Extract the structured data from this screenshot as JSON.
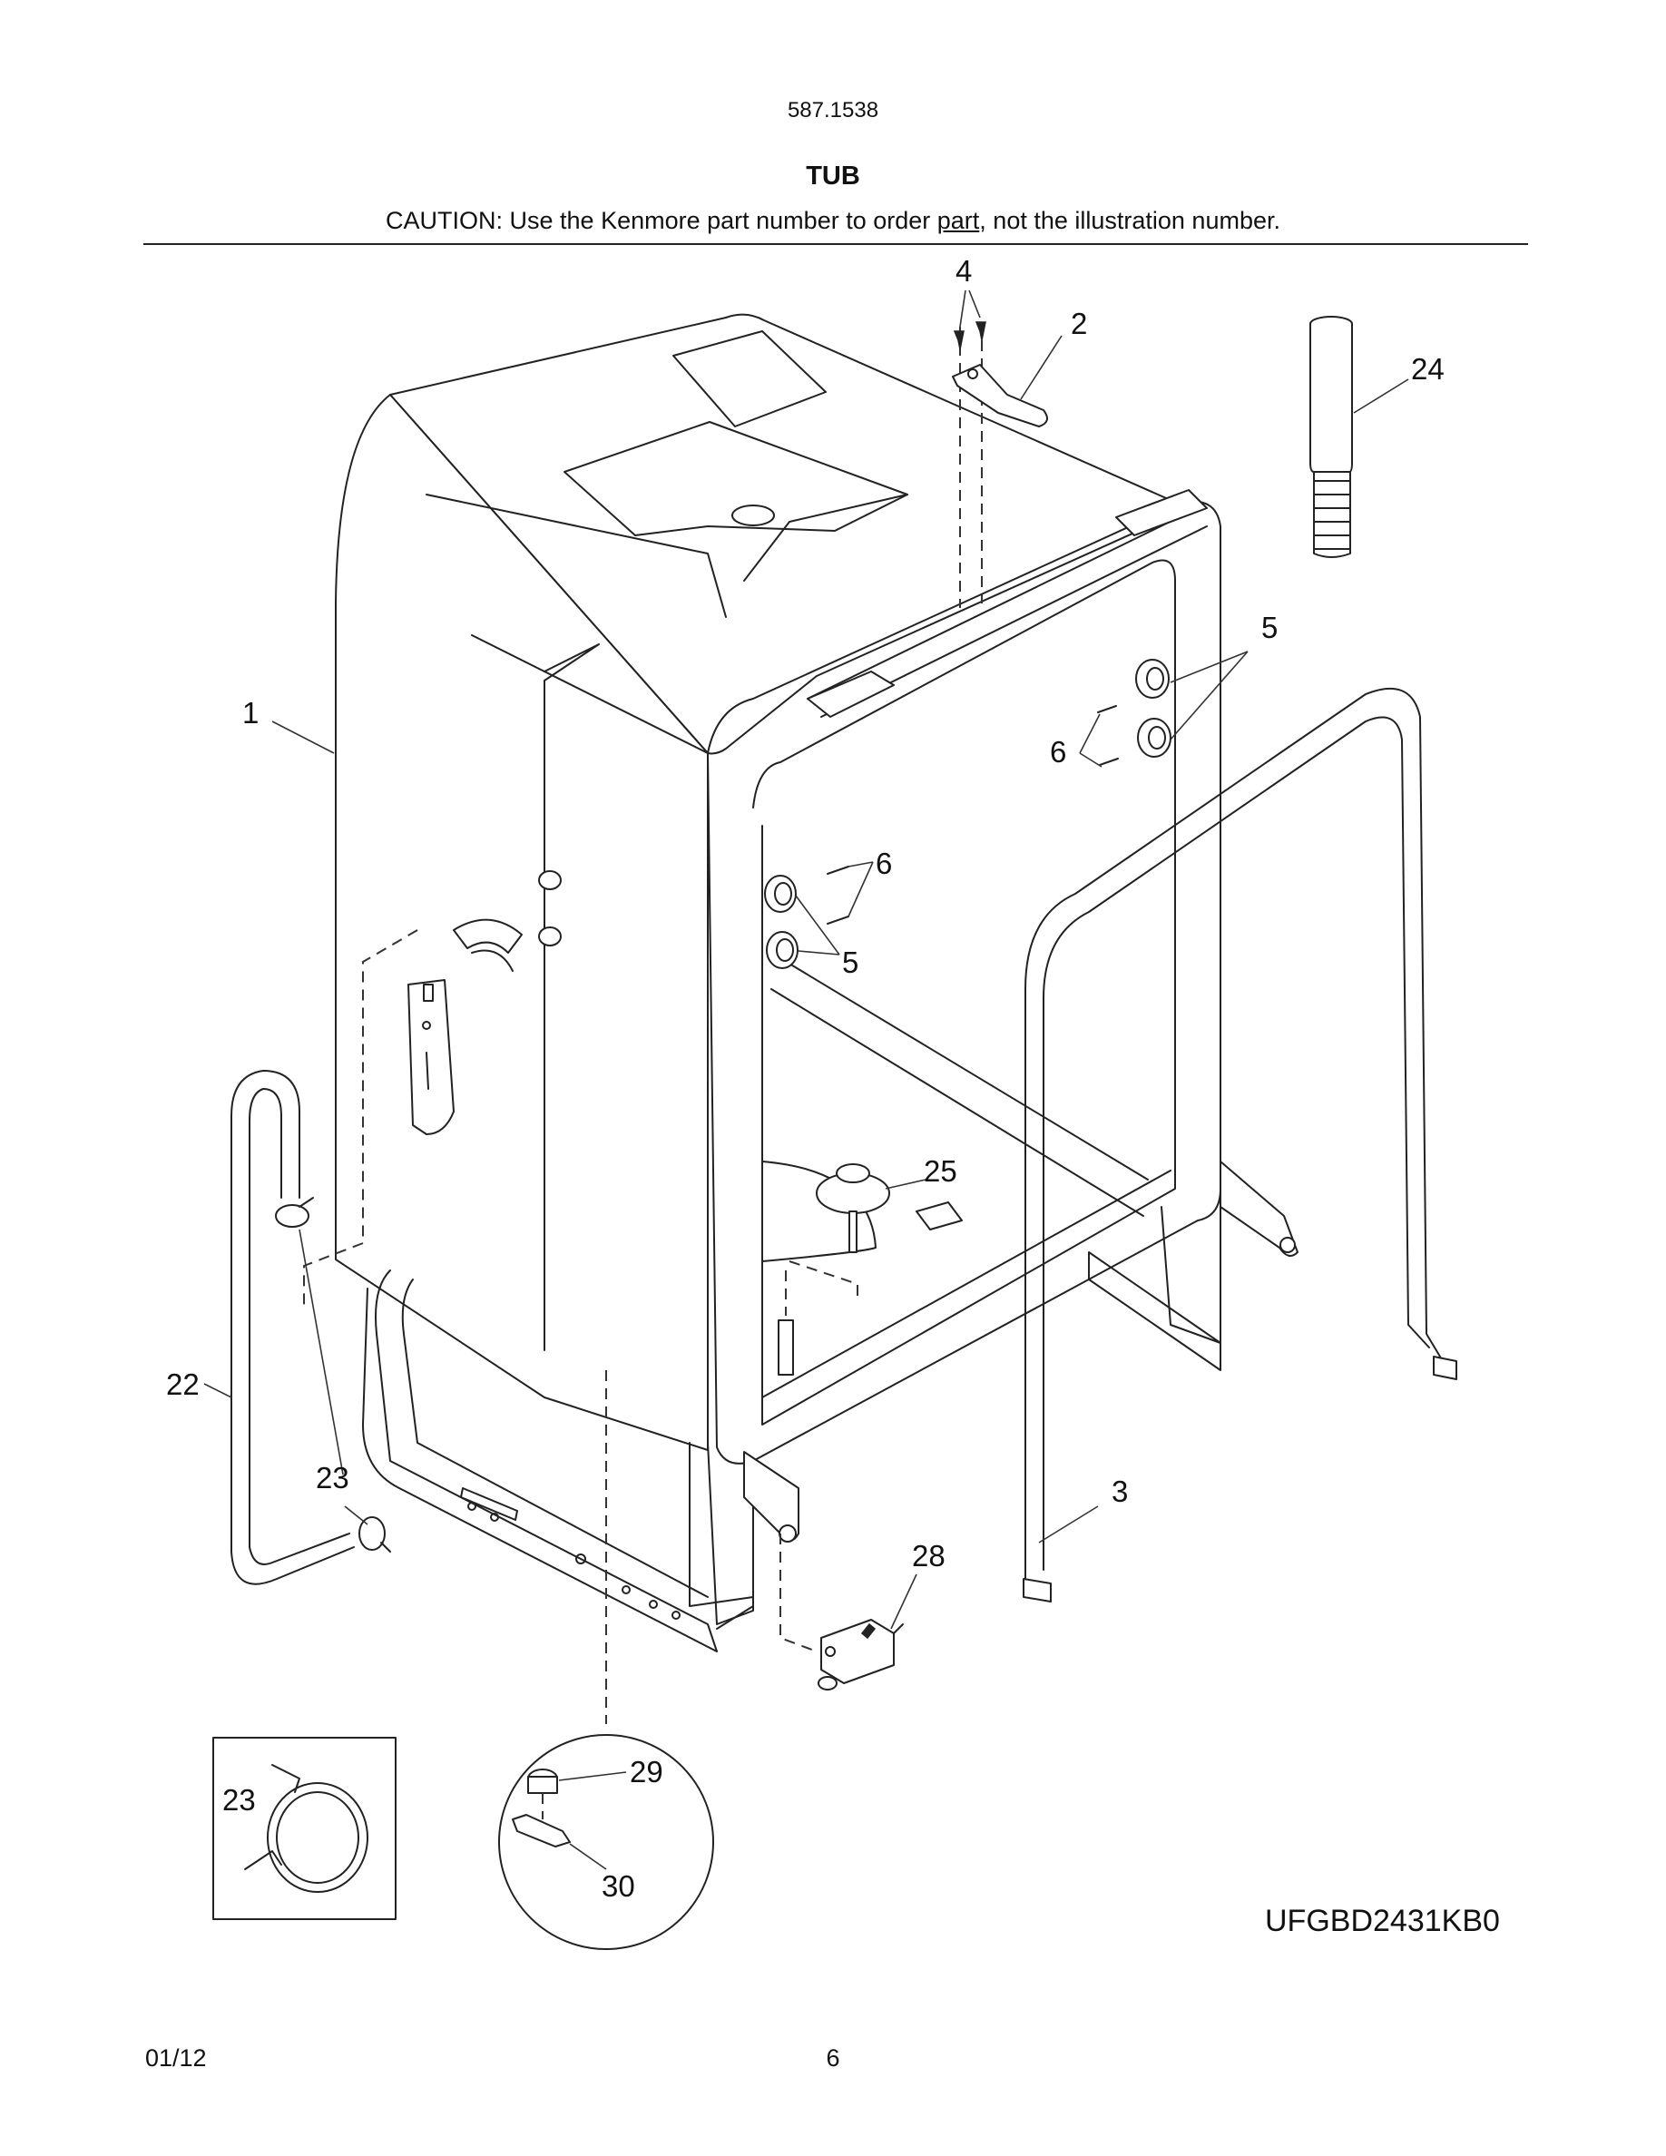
{
  "header": {
    "model_number": "587.1538",
    "section_title": "TUB",
    "caution_prefix": "CAUTION: Use the Kenmore part number to order ",
    "caution_link": "part",
    "caution_suffix": ", not the illustration number."
  },
  "callouts": [
    "1",
    "2",
    "3",
    "4",
    "5",
    "5",
    "6",
    "6",
    "22",
    "23",
    "23",
    "24",
    "25",
    "28",
    "29",
    "30"
  ],
  "model_code": "UFGBD2431KB0",
  "footer": {
    "date": "01/12",
    "page": "6"
  },
  "icons": [
    "tub-body",
    "door-gasket",
    "vent-tube",
    "screw",
    "bumper",
    "hose",
    "hose-clamp",
    "float-switch",
    "micro-switch",
    "detail-circle",
    "detail-box"
  ]
}
